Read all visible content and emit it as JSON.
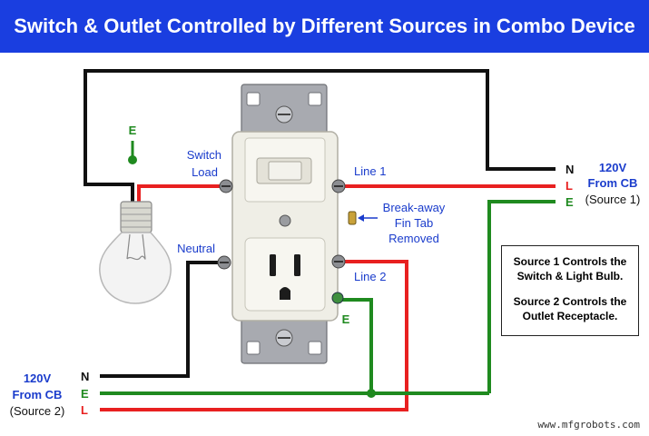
{
  "title": "Switch & Outlet Controlled by Different Sources in Combo Device",
  "colors": {
    "title_bg": "#1a3ee0",
    "neutral_wire": "#111111",
    "line_wire": "#e82020",
    "earth_wire": "#1f8a1f",
    "label_blue": "#1a3ccc",
    "earth_label": "#1f8a1f",
    "line_label": "#e82020"
  },
  "labels": {
    "e_top": "E",
    "switch_load_1": "Switch",
    "switch_load_2": "Load",
    "neutral": "Neutral",
    "line1": "Line 1",
    "line2": "Line 2",
    "break_away_1": "Break-away",
    "break_away_2": "Fin Tab",
    "break_away_3": "Removed",
    "e_device": "E"
  },
  "source1": {
    "voltage": "120V",
    "from": "From CB",
    "name": "(Source 1)",
    "n": "N",
    "l": "L",
    "e": "E"
  },
  "source2": {
    "voltage": "120V",
    "from": "From CB",
    "name": "(Source 2)",
    "n": "N",
    "e": "E",
    "l": "L"
  },
  "note": {
    "p1_line1": "Source 1 Controls the",
    "p1_line2": "Switch & Light Bulb.",
    "p2_line1": "Source 2 Controls the",
    "p2_line2": "Outlet Receptacle."
  },
  "watermark": "www.mfgrobots.com",
  "icons": [
    "light-bulb-icon",
    "combo-device-icon",
    "fin-tab-icon"
  ]
}
